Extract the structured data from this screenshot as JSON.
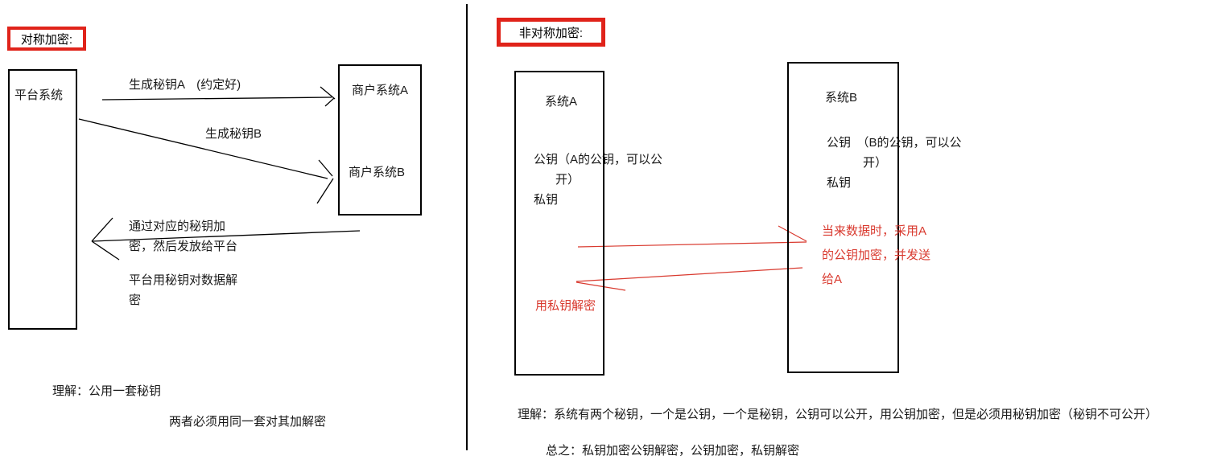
{
  "colors": {
    "red_border": "#e0231a",
    "red_text": "#d93a2f",
    "line_black": "#000000"
  },
  "left": {
    "title": "对称加密:",
    "platform_box_label": "平台系统",
    "merchant_a_label": "商户系统A",
    "merchant_b_label": "商户系统B",
    "arrow_a_label": "生成秘钥A　(约定好)",
    "arrow_b_label": "生成秘钥B",
    "return_note_lines": [
      "通过对应的秘钥加",
      "密，然后发放给平台"
    ],
    "decrypt_note_lines": [
      "平台用秘钥对数据解",
      "密"
    ],
    "note1": "理解：公用一套秘钥",
    "note2": "两者必须用同一套对其加解密"
  },
  "right": {
    "title": "非对称加密:",
    "system_a": {
      "name": "系统A",
      "pubkey_line1": "公钥（A的公钥，可以公",
      "pubkey_line2": "开）",
      "private_key": "私钥"
    },
    "system_b": {
      "name": "系统B",
      "pubkey_line1": "公钥　（B的公钥，可以公",
      "pubkey_line2": "开）",
      "private_key": "私钥"
    },
    "encrypt_note_lines": [
      "当来数据时，采用A",
      "的公钥加密，并发送",
      "给A"
    ],
    "decrypt_note": "用私钥解密",
    "note1": "理解：系统有两个秘钥，一个是公钥，一个是秘钥，公钥可以公开，用公钥加密，但是必须用秘钥加密（秘钥不可公开）",
    "note2": "总之：私钥加密公钥解密，公钥加密，私钥解密"
  }
}
